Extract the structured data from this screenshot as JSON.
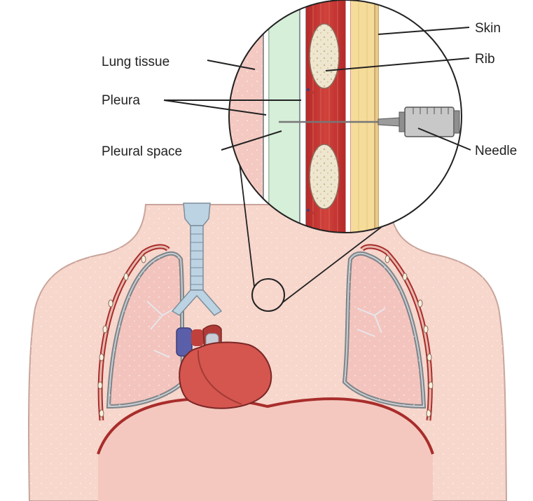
{
  "labels": {
    "lung_tissue": "Lung tissue",
    "pleura": "Pleura",
    "pleural_space": "Pleural space",
    "skin": "Skin",
    "rib": "Rib",
    "needle": "Needle"
  },
  "colors": {
    "skin_body": "#f6d2c8",
    "skin_outline": "#c9a59c",
    "lung": "#f2c6c0",
    "pleura": "#9aa3a8",
    "pleural_fluid": "#d6efd9",
    "muscle": "#c3302f",
    "fat_layer": "#f6dc9a",
    "rib_bone": "#efe6cf",
    "heart": "#d5564f",
    "aorta": "#b13a37",
    "vein": "#5b5ea8",
    "trachea": "#bcd3e3",
    "syringe": "#b5b5b5"
  }
}
